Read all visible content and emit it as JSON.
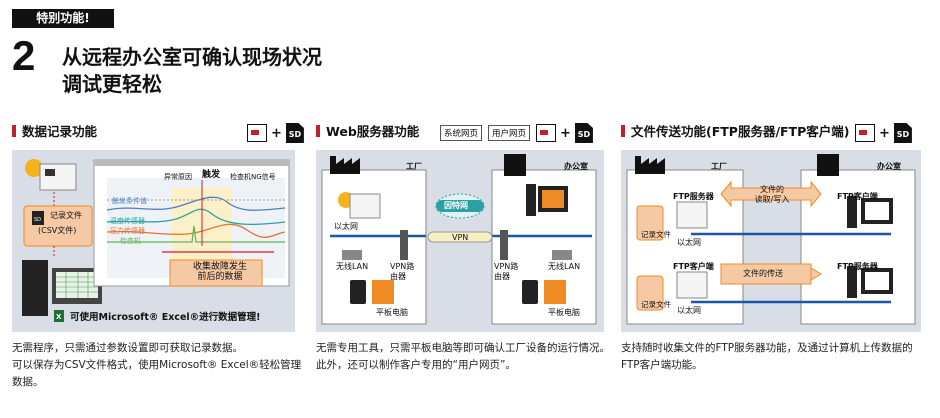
{
  "header": {
    "tag": "特别功能!",
    "number": "2",
    "title_line1": "从远程办公室可确认现场状况",
    "title_line2": "调试更轻松"
  },
  "sections": [
    {
      "title": "数据记录功能",
      "desc_line1": "无需程序，只需通过参数设置即可获取记录数据。",
      "desc_line2": "可以保存为CSV文件格式，使用Microsoft® Excel®轻松管理数据。",
      "labels": {
        "record_file": "记录文件",
        "csv": "(CSV文件)",
        "abnormal_cause": "异常原因",
        "trigger": "触发",
        "ng_signal": "检查机NG信号",
        "trigger_cond": "触发条件值",
        "temp_sensor": "温度传感器",
        "pressure_sensor": "压力传感器",
        "inspector": "检查机",
        "fault_data_1": "收集故障发生",
        "fault_data_2": "前后的数据",
        "excel_note": "可使用Microsoft® Excel®进行数据管理!"
      }
    },
    {
      "title": "Web服务器功能",
      "tab_system": "系统网页",
      "tab_user": "用户网页",
      "desc_line1": "无需专用工具，只需平板电脑等即可确认工厂设备的运行情况。",
      "desc_line2": "此外，还可以制作客户专用的“用户网页”。",
      "labels": {
        "factory": "工厂",
        "office": "办公室",
        "internet": "因特网",
        "vpn": "VPN",
        "ethernet": "以太网",
        "wlan": "无线LAN",
        "vpn_router": "VPN路由器",
        "tablet": "平板电脑"
      }
    },
    {
      "title": "文件传送功能(FTP服务器/FTP客户端)",
      "desc_line1": "支持随时收集文件的FTP服务器功能，及通过计算机上传数据的",
      "desc_line2": "FTP客户端功能。",
      "labels": {
        "factory": "工厂",
        "office": "办公室",
        "ftp_server": "FTP服务器",
        "ftp_client": "FTP客户端",
        "file_rw_1": "文件的",
        "file_rw_2": "读取/写入",
        "file_send": "文件的传送",
        "record_file": "记录文件",
        "ethernet": "以太网"
      }
    }
  ],
  "icons": [
    "pc-icon",
    "sd-card-icon",
    "plc-icon",
    "factory-icon",
    "office-building-icon",
    "excel-icon",
    "tablet-icon",
    "router-icon",
    "monitor-icon"
  ],
  "colors": {
    "accent_red": "#c51f2c",
    "panel_bg": "#d9dde5",
    "orange": "#f08a24",
    "line_blue": "#1b57a8"
  }
}
